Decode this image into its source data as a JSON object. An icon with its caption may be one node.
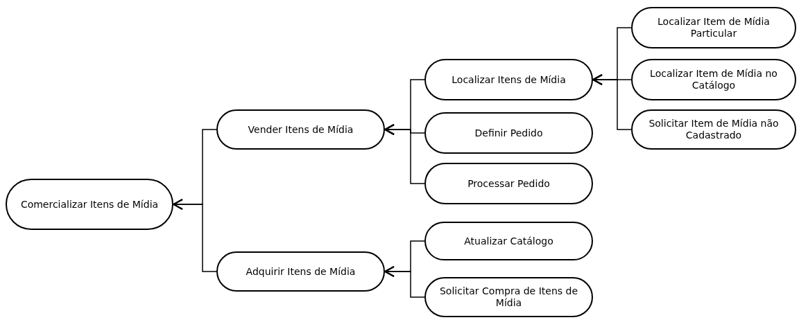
{
  "diagram": {
    "nodes": [
      {
        "text": [
          "Comercializar Itens de Mídia"
        ]
      },
      {
        "text": [
          "Vender Itens de Mídia"
        ]
      },
      {
        "text": [
          "Adquirir Itens de Mídia"
        ]
      },
      {
        "text": [
          "Localizar Itens de Mídia"
        ]
      },
      {
        "text": [
          "Definir Pedido"
        ]
      },
      {
        "text": [
          "Processar Pedido"
        ]
      },
      {
        "text": [
          "Atualizar Catálogo"
        ]
      },
      {
        "text": [
          "Solicitar Compra de Itens de Mídia"
        ]
      },
      {
        "text": [
          "Localizar Item de Mídia Particular"
        ]
      },
      {
        "text": [
          "Localizar Item de Mídia no Catálogo"
        ]
      },
      {
        "text": [
          "Solicitar Item de Mídia não Cadastrado"
        ]
      }
    ],
    "edges": [
      {
        "from": 1,
        "to": 0,
        "arrow": "to"
      },
      {
        "from": 2,
        "to": 0,
        "arrow": "to"
      },
      {
        "from": 3,
        "to": 1,
        "arrow": "to"
      },
      {
        "from": 4,
        "to": 1,
        "arrow": "to"
      },
      {
        "from": 5,
        "to": 1,
        "arrow": "to"
      },
      {
        "from": 6,
        "to": 2,
        "arrow": "to"
      },
      {
        "from": 7,
        "to": 2,
        "arrow": "to"
      },
      {
        "from": 8,
        "to": 3,
        "arrow": "to"
      },
      {
        "from": 9,
        "to": 3,
        "arrow": "to"
      },
      {
        "from": 10,
        "to": 3,
        "arrow": "to"
      }
    ]
  }
}
